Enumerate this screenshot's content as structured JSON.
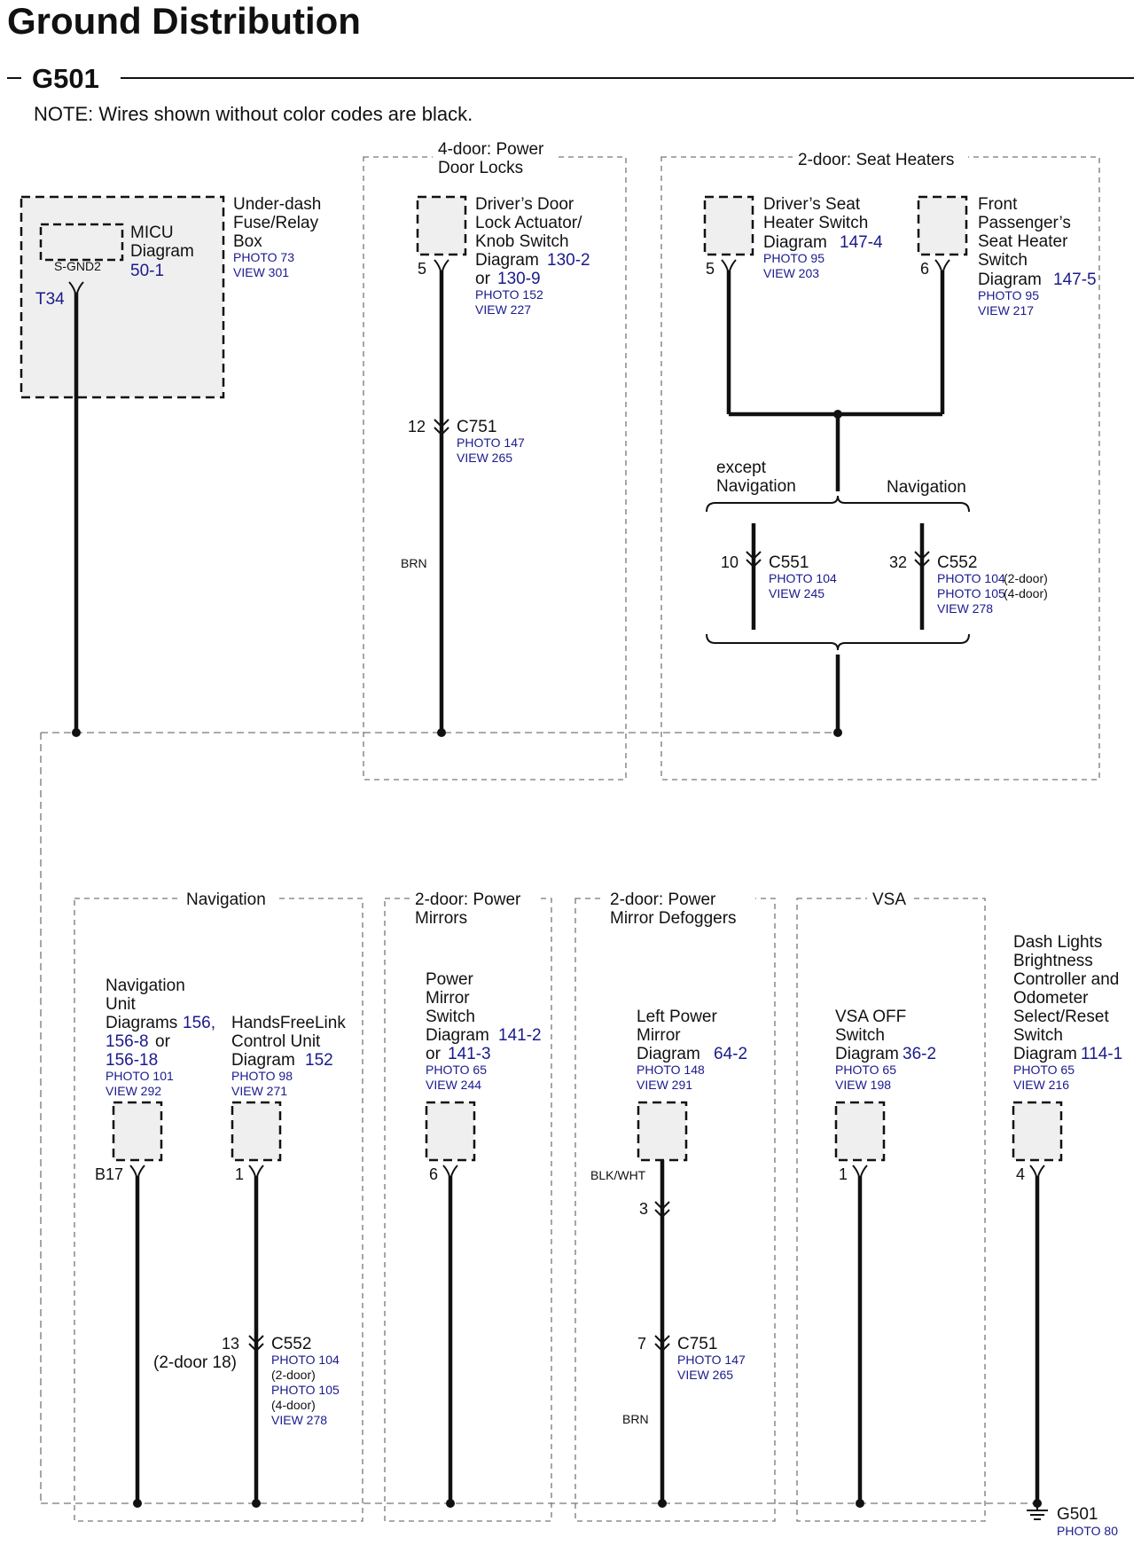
{
  "title": "Ground Distribution",
  "ground_id": "G501",
  "note": "NOTE: Wires shown without color codes are black.",
  "groups": {
    "power_door_locks": [
      "4-door: Power",
      "Door Locks"
    ],
    "seat_heaters": "2-door: Seat Heaters",
    "navigation": "Navigation",
    "power_mirrors": [
      "2-door: Power",
      "Mirrors"
    ],
    "mirror_defoggers": [
      "2-door: Power",
      "Mirror Defoggers"
    ],
    "vsa": "VSA"
  },
  "micu": {
    "box_lines": [
      "Under-dash",
      "Fuse/Relay",
      "Box"
    ],
    "box_photo": "PHOTO 73",
    "box_view": "VIEW 301",
    "name_lines": [
      "MICU",
      "Diagram"
    ],
    "diagram_ref": "50-1",
    "ground_label": "S-GND2",
    "terminal": "T34"
  },
  "door_lock": {
    "lines": [
      "Driver’s Door",
      "Lock Actuator/",
      "Knob Switch"
    ],
    "diagram_word": "Diagram",
    "ref1": "130-2",
    "or_word": "or",
    "ref2": "130-9",
    "photo": "PHOTO 152",
    "view": "VIEW 227",
    "pin": "5",
    "conn_pin": "12",
    "conn": "C751",
    "conn_photo": "PHOTO 147",
    "conn_view": "VIEW 265",
    "wire_color": "BRN"
  },
  "drv_seat": {
    "lines": [
      "Driver’s Seat",
      "Heater Switch"
    ],
    "diagram_word": "Diagram",
    "ref": "147-4",
    "photo": "PHOTO 95",
    "view": "VIEW 203",
    "pin": "5"
  },
  "pass_seat": {
    "lines": [
      "Front",
      "Passenger’s",
      "Seat Heater",
      "Switch"
    ],
    "diagram_word": "Diagram",
    "ref": "147-5",
    "photo": "PHOTO 95",
    "view": "VIEW 217",
    "pin": "6"
  },
  "seat_branch": {
    "except_lines": [
      "except",
      "Navigation"
    ],
    "nav_label": "Navigation",
    "c551_pin": "10",
    "c551": "C551",
    "c551_photo": "PHOTO 104",
    "c551_view": "VIEW 245",
    "c552_pin": "32",
    "c552": "C552",
    "c552_photo1": "PHOTO 104",
    "c552_door1": "(2-door)",
    "c552_photo2": "PHOTO 105",
    "c552_door2": "(4-door)",
    "c552_view": "VIEW 278"
  },
  "nav_unit": {
    "lines": [
      "Navigation",
      "Unit"
    ],
    "diagrams_word": "Diagrams",
    "ref1": "156,",
    "ref2": "156-8",
    "or_word": "or",
    "ref3": "156-18",
    "photo": "PHOTO 101",
    "view": "VIEW 292",
    "pin": "B17"
  },
  "hfl": {
    "lines": [
      "HandsFreeLink",
      "Control Unit"
    ],
    "diagram_word": "Diagram",
    "ref": "152",
    "photo": "PHOTO 98",
    "view": "VIEW 271",
    "pin": "1",
    "conn_pin": "13",
    "conn_alt": "(2-door 18)",
    "conn": "C552",
    "conn_photo1": "PHOTO 104",
    "conn_door1": "(2-door)",
    "conn_photo2": "PHOTO 105",
    "conn_door2": "(4-door)",
    "conn_view": "VIEW 278"
  },
  "mirror_sw": {
    "lines": [
      "Power",
      "Mirror",
      "Switch"
    ],
    "diagram_word": "Diagram",
    "ref1": "141-2",
    "or_word": "or",
    "ref2": "141-3",
    "photo": "PHOTO 65",
    "view": "VIEW 244",
    "pin": "6"
  },
  "left_mirror": {
    "lines": [
      "Left Power",
      "Mirror"
    ],
    "diagram_word": "Diagram",
    "ref": "64-2",
    "photo": "PHOTO 148",
    "view": "VIEW 291",
    "wire_color": "BLK/WHT",
    "pin": "3",
    "conn_pin": "7",
    "conn": "C751",
    "conn_photo": "PHOTO 147",
    "conn_view": "VIEW 265",
    "wire_color2": "BRN"
  },
  "vsa_sw": {
    "lines": [
      "VSA OFF",
      "Switch"
    ],
    "diagram_word": "Diagram",
    "ref": "36-2",
    "photo": "PHOTO 65",
    "view": "VIEW 198",
    "pin": "1"
  },
  "dash": {
    "lines": [
      "Dash Lights",
      "Brightness",
      "Controller and",
      "Odometer",
      "Select/Reset",
      "Switch"
    ],
    "diagram_word": "Diagram",
    "ref": "114-1",
    "photo": "PHOTO 65",
    "view": "VIEW 216",
    "pin": "4"
  },
  "ground": {
    "label": "G501",
    "photo": "PHOTO 80"
  }
}
